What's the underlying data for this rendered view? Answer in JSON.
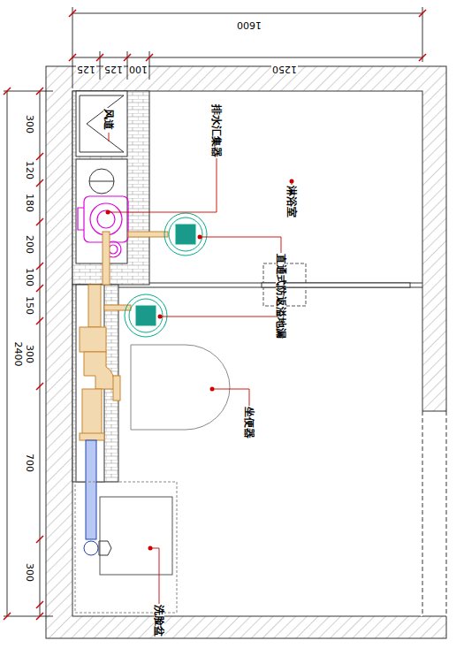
{
  "diagram": {
    "labels": [
      "1600",
      "125",
      "125",
      "100",
      "1250",
      "300",
      "120",
      "180",
      "200",
      "100",
      "150",
      "300",
      "700",
      "300",
      "2400",
      "风道",
      "排水汇集器",
      "淋浴室",
      "直通式防返溢地漏",
      "坐便器",
      "洗脸盆"
    ]
  }
}
